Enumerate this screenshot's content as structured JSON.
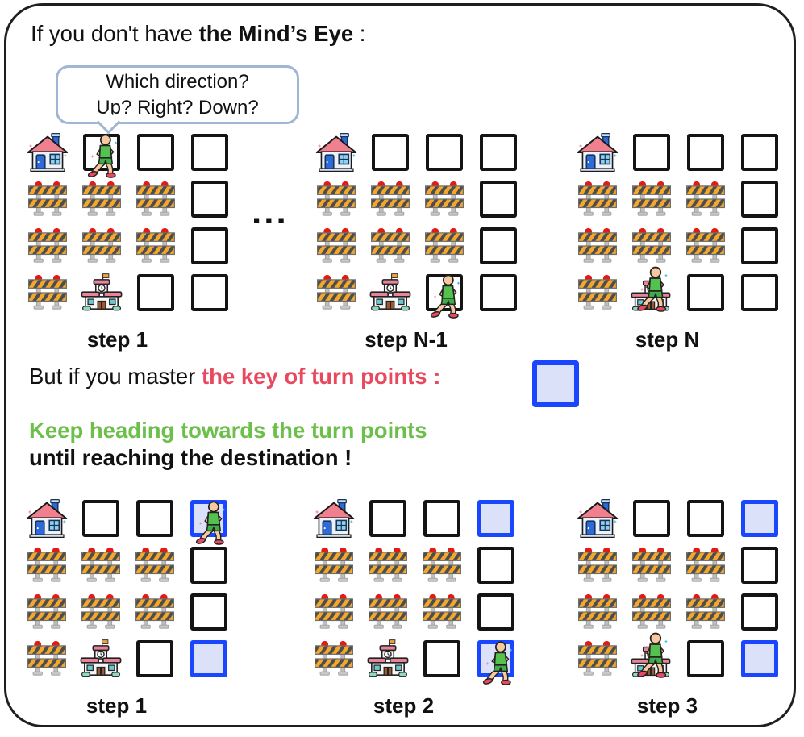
{
  "texts": {
    "title_prefix": "If you don't have ",
    "title_bold": "the Mind’s Eye",
    "title_suffix": " :",
    "bubble_line1": "Which direction?",
    "bubble_line2": "Up? Right? Down?",
    "ellipsis": "...",
    "master_prefix": "But if you master ",
    "master_red": "the key of turn points :",
    "green_line": "Keep heading towards the turn points",
    "until_line": "until reaching the destination !"
  },
  "colors": {
    "highlight_red": "#e8495f",
    "highlight_green": "#6dbf4b",
    "turn_point_border": "#1a46ff",
    "turn_point_fill": "#dbe1f8",
    "bubble_border": "#9fb6d4"
  },
  "legend": {
    "house": "start home",
    "barrier": "roadblock",
    "school": "destination school",
    "agent": "walking person",
    "turn": "turn point cell",
    "empty": "open cell"
  },
  "top_section": {
    "grids": [
      {
        "label": "step 1",
        "cells": [
          [
            "house",
            "agent_black",
            "empty",
            "empty"
          ],
          [
            "barrier",
            "barrier",
            "barrier",
            "empty"
          ],
          [
            "barrier",
            "barrier",
            "barrier",
            "empty"
          ],
          [
            "barrier",
            "school",
            "empty",
            "empty"
          ]
        ]
      },
      {
        "label": "step N-1",
        "cells": [
          [
            "house",
            "empty",
            "empty",
            "empty"
          ],
          [
            "barrier",
            "barrier",
            "barrier",
            "empty"
          ],
          [
            "barrier",
            "barrier",
            "barrier",
            "empty"
          ],
          [
            "barrier",
            "school",
            "agent_black",
            "empty"
          ]
        ]
      },
      {
        "label": "step N",
        "cells": [
          [
            "house",
            "empty",
            "empty",
            "empty"
          ],
          [
            "barrier",
            "barrier",
            "barrier",
            "empty"
          ],
          [
            "barrier",
            "barrier",
            "barrier",
            "empty"
          ],
          [
            "barrier",
            "school_agent",
            "empty",
            "empty"
          ]
        ]
      }
    ]
  },
  "bottom_section": {
    "grids": [
      {
        "label": "step 1",
        "cells": [
          [
            "house",
            "empty",
            "empty",
            "agent_blue"
          ],
          [
            "barrier",
            "barrier",
            "barrier",
            "empty"
          ],
          [
            "barrier",
            "barrier",
            "barrier",
            "empty"
          ],
          [
            "barrier",
            "school",
            "empty",
            "turn"
          ]
        ]
      },
      {
        "label": "step 2",
        "cells": [
          [
            "house",
            "empty",
            "empty",
            "turn"
          ],
          [
            "barrier",
            "barrier",
            "barrier",
            "empty"
          ],
          [
            "barrier",
            "barrier",
            "barrier",
            "empty"
          ],
          [
            "barrier",
            "school",
            "empty",
            "agent_blue"
          ]
        ]
      },
      {
        "label": "step 3",
        "cells": [
          [
            "house",
            "empty",
            "empty",
            "turn"
          ],
          [
            "barrier",
            "barrier",
            "barrier",
            "empty"
          ],
          [
            "barrier",
            "barrier",
            "barrier",
            "empty"
          ],
          [
            "barrier",
            "school_agent",
            "empty",
            "turn"
          ]
        ]
      }
    ]
  }
}
